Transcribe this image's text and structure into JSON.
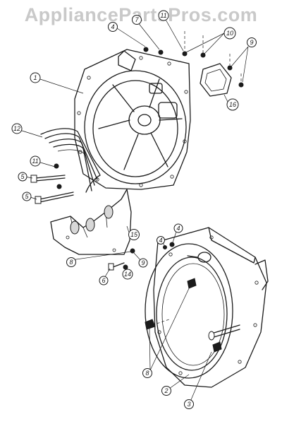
{
  "watermark": "AppliancePartsPros.com",
  "callouts": [
    "1",
    "2",
    "3",
    "4",
    "5",
    "6",
    "7",
    "8",
    "9",
    "10",
    "11",
    "12",
    "14",
    "15",
    "16"
  ]
}
